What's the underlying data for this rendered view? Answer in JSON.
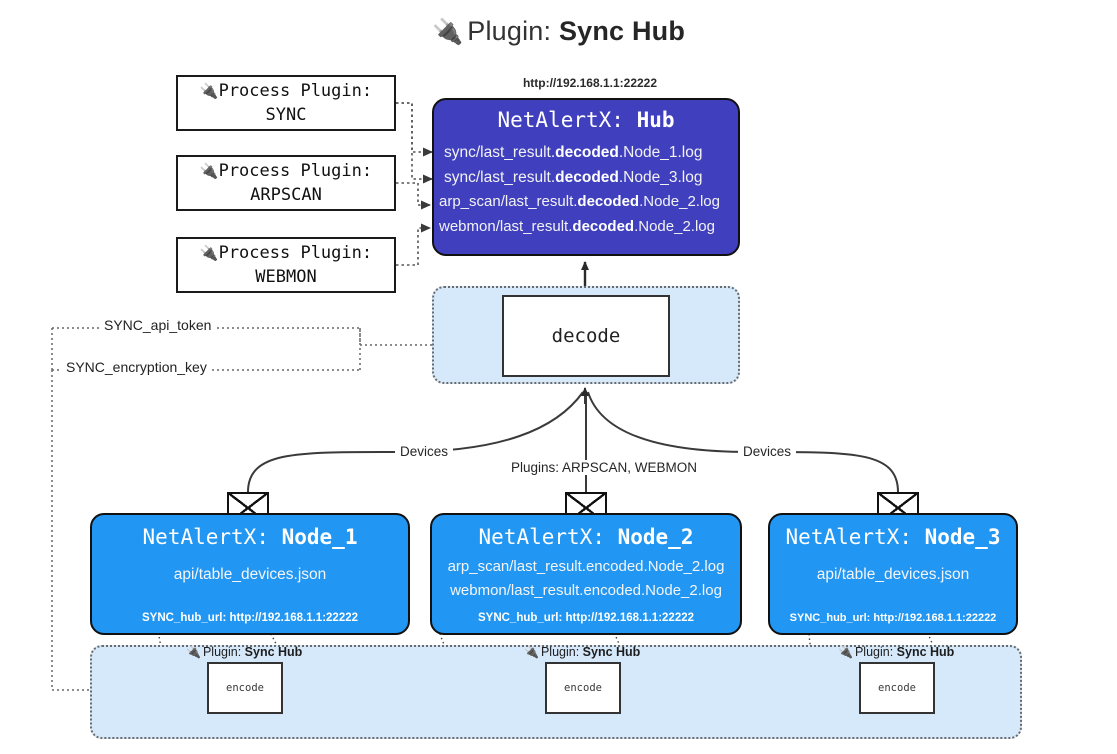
{
  "title": {
    "icon": "plug-icon",
    "prefix": "Plugin: ",
    "name": "Sync Hub"
  },
  "process_plugins": [
    {
      "icon": "plug-icon",
      "line1": "Process Plugin:",
      "line2": "SYNC"
    },
    {
      "icon": "plug-icon",
      "line1": "Process Plugin:",
      "line2": "ARPSCAN"
    },
    {
      "icon": "plug-icon",
      "line1": "Process Plugin:",
      "line2": "WEBMON"
    }
  ],
  "hub": {
    "url": "http://192.168.1.1:22222",
    "title_prefix": "NetAlertX: ",
    "title_name": "Hub",
    "logs": [
      {
        "pre": "sync/last_result.",
        "em": "decoded",
        "post": ".Node_1.log"
      },
      {
        "pre": "sync/last_result.",
        "em": "decoded",
        "post": ".Node_3.log"
      },
      {
        "pre": "arp_scan/last_result.",
        "em": "decoded",
        "post": ".Node_2.log"
      },
      {
        "pre": "webmon/last_result.",
        "em": "decoded",
        "post": ".Node_2.log"
      }
    ]
  },
  "decode": {
    "label": "decode"
  },
  "tokens": {
    "api_token": "SYNC_api_token",
    "encryption_key": "SYNC_encryption_key"
  },
  "edge_labels": {
    "devices_left": "Devices",
    "devices_right": "Devices",
    "plugins_middle": "Plugins: ARPSCAN, WEBMON"
  },
  "nodes": [
    {
      "title_prefix": "NetAlertX: ",
      "title_name": "Node_1",
      "lines": [
        "api/table_devices.json"
      ],
      "footer": "SYNC_hub_url: http://192.168.1.1:22222",
      "icon": "envelope-icon"
    },
    {
      "title_prefix": "NetAlertX: ",
      "title_name": "Node_2",
      "lines": [
        "arp_scan/last_result.encoded.Node_2.log",
        "webmon/last_result.encoded.Node_2.log"
      ],
      "footer": "SYNC_hub_url: http://192.168.1.1:22222",
      "icon": "envelope-icon"
    },
    {
      "title_prefix": "NetAlertX: ",
      "title_name": "Node_3",
      "lines": [
        "api/table_devices.json"
      ],
      "footer": "SYNC_hub_url: http://192.168.1.1:22222",
      "icon": "envelope-icon"
    }
  ],
  "encode_zone": {
    "plugin_prefix": "Plugin: ",
    "plugin_name": "Sync Hub",
    "box_label": "encode",
    "icon": "plug-icon",
    "count": 3
  },
  "colors": {
    "hub_fill": "#4040bf",
    "node_fill": "#2196f3",
    "zone_fill": "#d6e9fa",
    "stroke": "#111111",
    "page_bg": "#ffffff"
  }
}
